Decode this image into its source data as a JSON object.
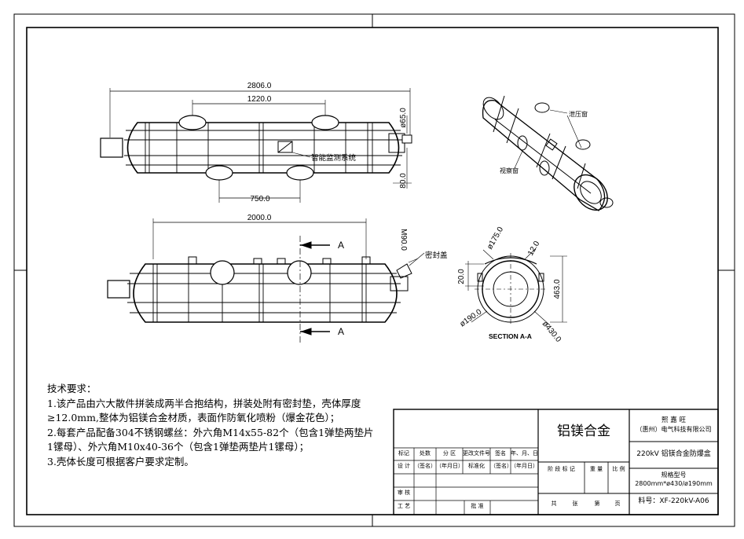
{
  "dimensions": {
    "top_overall": "2806.0",
    "top_span": "1220.0",
    "top_bottom": "750.0",
    "dia_end": "ø65.0",
    "end_length": "80.0",
    "front_length": "2000.0",
    "nozzle": "M90.0",
    "section_d175": "ø175.0",
    "section_thick": "12.0",
    "section_20": "20.0",
    "section_463": "463.0",
    "section_d190": "ø190.0",
    "section_d430": "ø430.0"
  },
  "labels": {
    "monitor": "智能监测系统",
    "relief": "泄压窗",
    "view": "视察窗",
    "seal": "密封盖",
    "section_a_top": "A",
    "section_a_bottom": "A",
    "section_title": "SECTION A-A"
  },
  "notes": {
    "title": "技术要求：",
    "items": [
      "1.该产品由六大散件拼装成两半合抱结构，拼装处附有密封垫，壳体厚度≥12.0mm,整体为铝镁合金材质，表面作防氧化喷粉（爆金花色）；",
      "2.每套产品配备304不锈钢螺丝：外六角M14x55-82个（包含1弹垫两垫片1镙母）、外六角M10x40-36个（包含1弹垫两垫片1镙母）；",
      "3.壳体长度可根据客户要求定制。"
    ]
  },
  "title_block": {
    "material": "铝镁合金",
    "company_line1": "熙 嘉 旺",
    "company_line2": "（惠州）电气科技有限公司",
    "product": "220kV 铝镁合金防爆盒",
    "spec_label": "规格型号",
    "spec_value": "2800mm*ø430/ø190mm",
    "part_no": "料号：XF-220kV-A06",
    "row1": [
      "标记",
      "处数",
      "分 区",
      "更改文件号",
      "签名",
      "年、月、日"
    ],
    "row2": [
      "设 计",
      "（签名）",
      "（年月日）",
      "标准化",
      "（签名）",
      "（年月日）"
    ],
    "row_stage": [
      "阶 段 标 记",
      "重 量",
      "比 例"
    ],
    "review": "审 核",
    "craft": "工 艺",
    "approve": "批 准",
    "sheets": [
      "共",
      "张",
      "第",
      "页"
    ]
  }
}
